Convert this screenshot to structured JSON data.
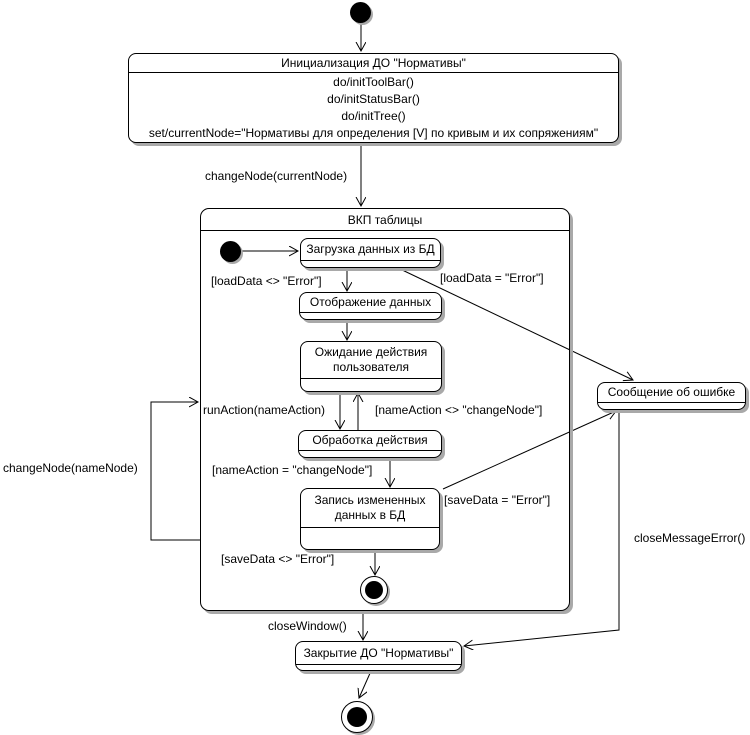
{
  "colors": {
    "background": "#ffffff",
    "line": "#000000",
    "state_fill": "#ffffff",
    "shadow": "#a9a9a9"
  },
  "states": {
    "init": {
      "title": "Инициализация ДО \"Нормативы\"",
      "actions": [
        "do/initToolBar()",
        "do/initStatusBar()",
        "do/initTree()",
        "set/currentNode=\"Нормативы для определения [V] по кривым и их сопряжениям\""
      ]
    },
    "vkp_table": {
      "title": "ВКП таблицы"
    },
    "load_data": {
      "title": "Загрузка данных из БД"
    },
    "display_data": {
      "title": "Отображение данных"
    },
    "wait_user": {
      "title": "Ожидание действия пользователя"
    },
    "process_action": {
      "title": "Обработка действия"
    },
    "save_data": {
      "title": "Запись измененных данных в БД"
    },
    "error_message": {
      "title": "Сообщение об ошибке"
    },
    "close_do": {
      "title": "Закрытие ДО \"Нормативы\""
    }
  },
  "transitions": {
    "change_node_current": "changeNode(currentNode)",
    "load_ok": "[loadData <> \"Error\"]",
    "load_err": "[loadData = \"Error\"]",
    "run_action": "runAction(nameAction)",
    "name_action_neq": "[nameAction <> \"changeNode\"]",
    "name_action_eq": "[nameAction = \"changeNode\"]",
    "save_err": "[saveData = \"Error\"]",
    "save_ok": "[saveData <> \"Error\"]",
    "change_node_name": "changeNode(nameNode)",
    "close_window": "closeWindow()",
    "close_message_error": "closeMessageError()"
  }
}
